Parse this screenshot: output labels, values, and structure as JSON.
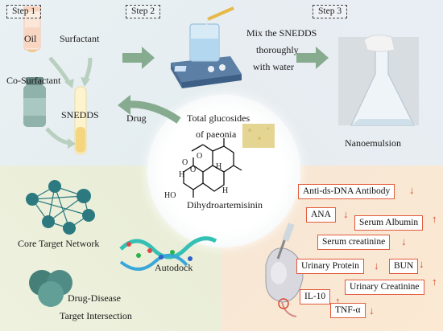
{
  "steps": [
    "Step 1",
    "Step 2",
    "Step 3"
  ],
  "step1": {
    "oil": "Oil",
    "surfactant": "Surfactant",
    "co_surfactant": "Co-Surfactant",
    "snedds": "SNEDDS"
  },
  "step2": {
    "mix_line1": "Mix the SNEDDS",
    "mix_line2": "thoroughly",
    "mix_line3": "with water",
    "drug": "Drug"
  },
  "step3": {
    "nanoemulsion": "Nanoemulsion"
  },
  "center": {
    "total_line1": "Total glucosides",
    "total_line2": "of paeonia",
    "compound": "Dihydroartemisinin",
    "atoms": [
      "O",
      "O",
      "O",
      "H",
      "H",
      "H",
      "HO"
    ]
  },
  "analysis": {
    "core_network": "Core Target Network",
    "autodock": "Autodock",
    "intersection_line1": "Drug-Disease",
    "intersection_line2": "Target Intersection"
  },
  "biomarkers": [
    {
      "label": "Anti-ds-DNA Antibody",
      "trend": "down"
    },
    {
      "label": "ANA",
      "trend": "down"
    },
    {
      "label": "Serum Albumin",
      "trend": "up"
    },
    {
      "label": "Serum creatinine",
      "trend": "down"
    },
    {
      "label": "Urinary Protein",
      "trend": "down"
    },
    {
      "label": "BUN",
      "trend": "down"
    },
    {
      "label": "Urinary Creatinine",
      "trend": "up"
    },
    {
      "label": "IL-10",
      "trend": "up"
    },
    {
      "label": "TNF-α",
      "trend": "down"
    }
  ],
  "arrow_symbols": {
    "up": "↑",
    "down": "↓"
  },
  "colors": {
    "arrow_green": "#86ab8f",
    "marker_red": "#d64a2e",
    "network_teal": "#2c7a80",
    "box_border": "#e25a3b"
  }
}
